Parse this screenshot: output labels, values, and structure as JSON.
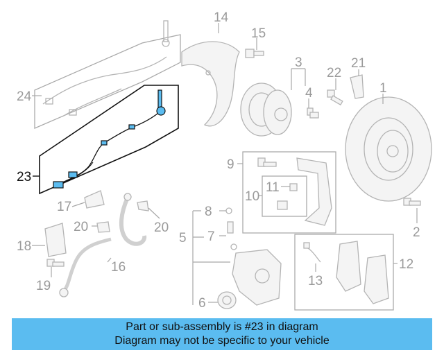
{
  "diagram": {
    "callouts": [
      "1",
      "2",
      "3",
      "4",
      "5",
      "6",
      "7",
      "8",
      "9",
      "10",
      "11",
      "12",
      "13",
      "14",
      "15",
      "16",
      "17",
      "18",
      "19",
      "20",
      "20",
      "21",
      "22",
      "23",
      "24"
    ],
    "highlighted_part": "23",
    "accent_color": "#5bbcf0",
    "highlight_color": "#111111",
    "muted_color": "#9a9a9a"
  },
  "banner": {
    "line1": "Part or sub-assembly is #23 in diagram",
    "line2": "Diagram may not be specific to your vehicle"
  }
}
